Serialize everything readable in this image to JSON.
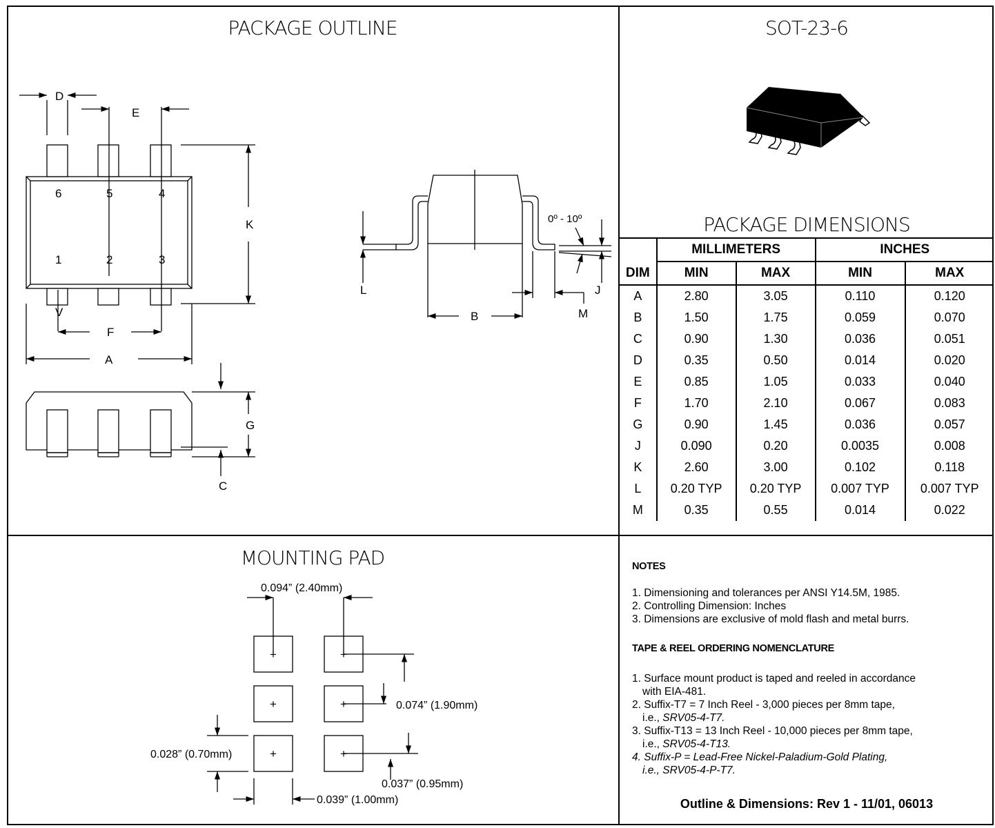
{
  "package_outline": {
    "title": "PACKAGE OUTLINE",
    "labels": {
      "D": "D",
      "E": "E",
      "K": "K",
      "F": "F",
      "A": "A",
      "V": "V",
      "G": "G",
      "C": "C",
      "L": "L",
      "B": "B",
      "M": "M",
      "J": "J",
      "angle": "0º - 10º"
    },
    "pins": [
      "1",
      "2",
      "3",
      "4",
      "5",
      "6"
    ]
  },
  "part": {
    "title": "SOT-23-6"
  },
  "package_dimensions": {
    "title": "PACKAGE DIMENSIONS",
    "group_headers": [
      "MILLIMETERS",
      "INCHES"
    ],
    "col_headers": [
      "DIM",
      "MIN",
      "MAX",
      "MIN",
      "MAX"
    ],
    "rows": [
      [
        "A",
        "2.80",
        "3.05",
        "0.110",
        "0.120"
      ],
      [
        "B",
        "1.50",
        "1.75",
        "0.059",
        "0.070"
      ],
      [
        "C",
        "0.90",
        "1.30",
        "0.036",
        "0.051"
      ],
      [
        "D",
        "0.35",
        "0.50",
        "0.014",
        "0.020"
      ],
      [
        "E",
        "0.85",
        "1.05",
        "0.033",
        "0.040"
      ],
      [
        "F",
        "1.70",
        "2.10",
        "0.067",
        "0.083"
      ],
      [
        "G",
        "0.90",
        "1.45",
        "0.036",
        "0.057"
      ],
      [
        "J",
        "0.090",
        "0.20",
        "0.0035",
        "0.008"
      ],
      [
        "K",
        "2.60",
        "3.00",
        "0.102",
        "0.118"
      ],
      [
        "L",
        "0.20 TYP",
        "0.20 TYP",
        "0.007 TYP",
        "0.007 TYP"
      ],
      [
        "M",
        "0.35",
        "0.55",
        "0.014",
        "0.022"
      ]
    ]
  },
  "mounting_pad": {
    "title": "MOUNTING PAD",
    "dim_pitch_x": "0.094” (2.40mm)",
    "dim_pitch_y": "0.074” (1.90mm)",
    "dim_pad_h": "0.028” (0.70mm)",
    "dim_pad_gap": "0.037” (0.95mm)",
    "dim_pad_w": "0.039” (1.00mm)",
    "pad_mark": "+"
  },
  "notes": {
    "heading": "NOTES",
    "items": [
      "1.  Dimensioning and tolerances per ANSI Y14.5M, 1985.",
      "2.  Controlling Dimension: Inches",
      "3. Dimensions are exclusive of mold flash and metal burrs."
    ]
  },
  "tape_reel": {
    "heading": "TAPE & REEL ORDERING NOMENCLATURE",
    "item1": "1.  Surface mount product is taped and reeled in accordance",
    "item1b": "with EIA-481.",
    "item2": "2.  Suffix-T7 = 7 Inch Reel - 3,000 pieces per 8mm tape,",
    "item2b_pre": "i.e., ",
    "item2b_it": "SRV05-4-T7.",
    "item3": "3.  Suffix-T13 = 13 Inch Reel - 10,000 pieces per 8mm tape,",
    "item3b_pre": "i.e., ",
    "item3b_it": "SRV05-4-T13.",
    "item4": "4.  Suffix-P = Lead-Free Nickel-Paladium-Gold Plating,",
    "item4b": "i.e., SRV05-4-P-T7."
  },
  "footer": "Outline & Dimensions: Rev 1 - 11/01, 06013"
}
